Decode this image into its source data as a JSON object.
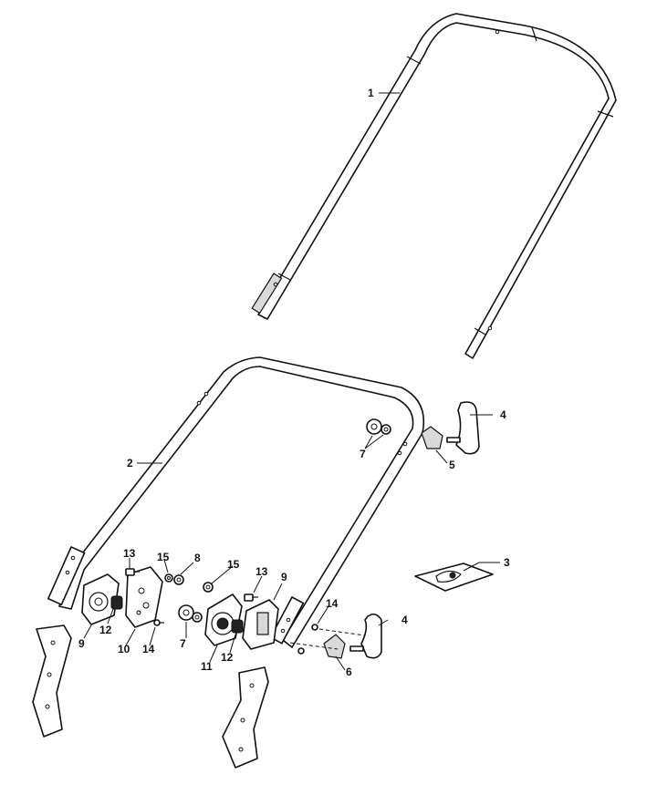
{
  "callouts": {
    "c1": "1",
    "c2": "2",
    "c3": "3",
    "c4a": "4",
    "c4b": "4",
    "c5": "5",
    "c6": "6",
    "c7a": "7",
    "c7b": "7",
    "c8": "8",
    "c9a": "9",
    "c9b": "9",
    "c10": "10",
    "c11": "11",
    "c12a": "12",
    "c12b": "12",
    "c13a": "13",
    "c13b": "13",
    "c14a": "14",
    "c14b": "14",
    "c15a": "15",
    "c15b": "15"
  }
}
